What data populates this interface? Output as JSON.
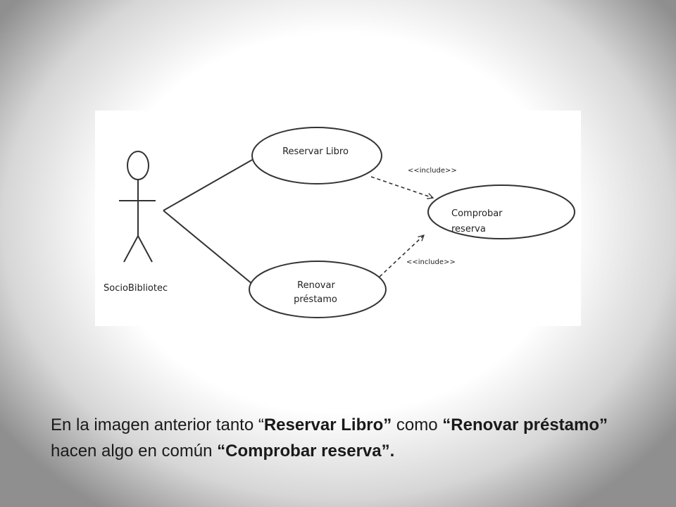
{
  "diagram": {
    "actor": {
      "label": "SocioBibliotec"
    },
    "use_cases": [
      {
        "id": "reservar",
        "lines": [
          "Reservar Libro"
        ]
      },
      {
        "id": "comprobar",
        "lines": [
          "Comprobar",
          "reserva"
        ]
      },
      {
        "id": "renovar",
        "lines": [
          "Renovar",
          "préstamo"
        ]
      }
    ],
    "relations": [
      {
        "from": "reservar",
        "to": "comprobar",
        "label": "<<include>>"
      },
      {
        "from": "renovar",
        "to": "comprobar",
        "label": "<<include>>"
      }
    ]
  },
  "caption": {
    "parts": [
      {
        "text": "En la imagen anterior tanto “",
        "bold": false
      },
      {
        "text": "Reservar Libro”",
        "bold": true
      },
      {
        "text": " como ",
        "bold": false
      },
      {
        "text": "“Renovar préstamo”",
        "bold": true
      },
      {
        "text": " hacen  algo en común  ",
        "bold": false
      },
      {
        "text": "“Comprobar reserva”.",
        "bold": true
      }
    ]
  }
}
